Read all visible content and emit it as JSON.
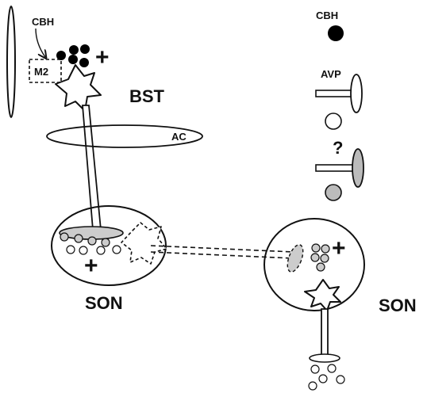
{
  "labels": {
    "cbh_top_left": "CBH",
    "m2": "M2",
    "bst": "BST",
    "ac": "AC",
    "son_left": "SON",
    "son_right": "SON",
    "plus": "+",
    "legend_cbh": "CBH",
    "legend_avp": "AVP",
    "legend_unknown": "?"
  },
  "colors": {
    "stroke": "#111111",
    "cbh_fill": "#000000",
    "unknown_fill": "#bbbbbb",
    "terminal_fill": "#cccccc",
    "background": "#ffffff"
  }
}
